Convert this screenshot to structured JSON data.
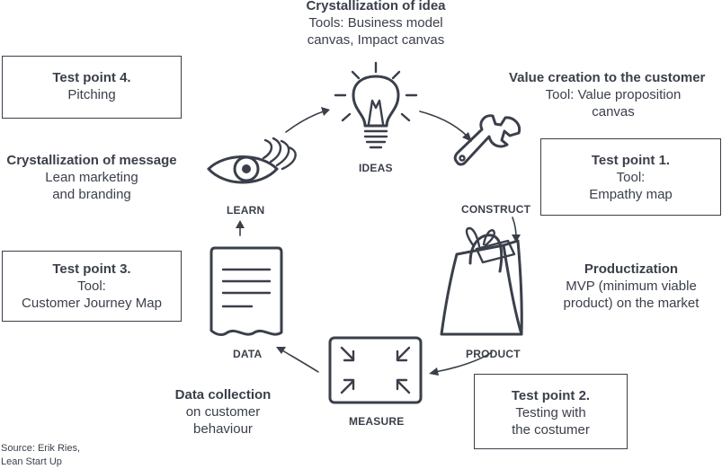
{
  "stages": {
    "ideas": "IDEAS",
    "construct": "CONSTRUCT",
    "product": "PRODUCT",
    "measure": "MEASURE",
    "data": "DATA",
    "learn": "LEARN"
  },
  "crystallization_idea": {
    "title": "Crystallization of idea",
    "line1": "Tools: Business model",
    "line2": "canvas, Impact canvas"
  },
  "value_creation": {
    "title": "Value creation to the customer",
    "line1": "Tool: Value proposition",
    "line2": "canvas"
  },
  "productization": {
    "title": "Productization",
    "line1": "MVP (minimum viable",
    "line2": "product) on the market"
  },
  "data_collection": {
    "title": "Data collection",
    "line1": "on customer",
    "line2": "behaviour"
  },
  "crystallization_message": {
    "title": "Crystallization of message",
    "line1": "Lean marketing",
    "line2": "and branding"
  },
  "test_point_1": {
    "title": "Test point 1.",
    "line1": "Tool:",
    "line2": "Empathy map"
  },
  "test_point_2": {
    "title": "Test point 2.",
    "line1": "Testing with",
    "line2": "the costumer"
  },
  "test_point_3": {
    "title": "Test point 3.",
    "line1": "Tool:",
    "line2": "Customer Journey Map"
  },
  "test_point_4": {
    "title": "Test point 4.",
    "line1": "Pitching"
  },
  "source": {
    "line1": "Source: Erik Ries,",
    "line2": "Lean Start Up"
  },
  "icons": {
    "ideas": "light-bulb-icon",
    "construct": "wrench-icon",
    "product": "shopping-bag-icon",
    "measure": "shrink-arrows-icon",
    "data": "document-icon",
    "learn": "eye-icon"
  },
  "colors": {
    "ink": "#3a3f4a",
    "background": "#ffffff"
  }
}
